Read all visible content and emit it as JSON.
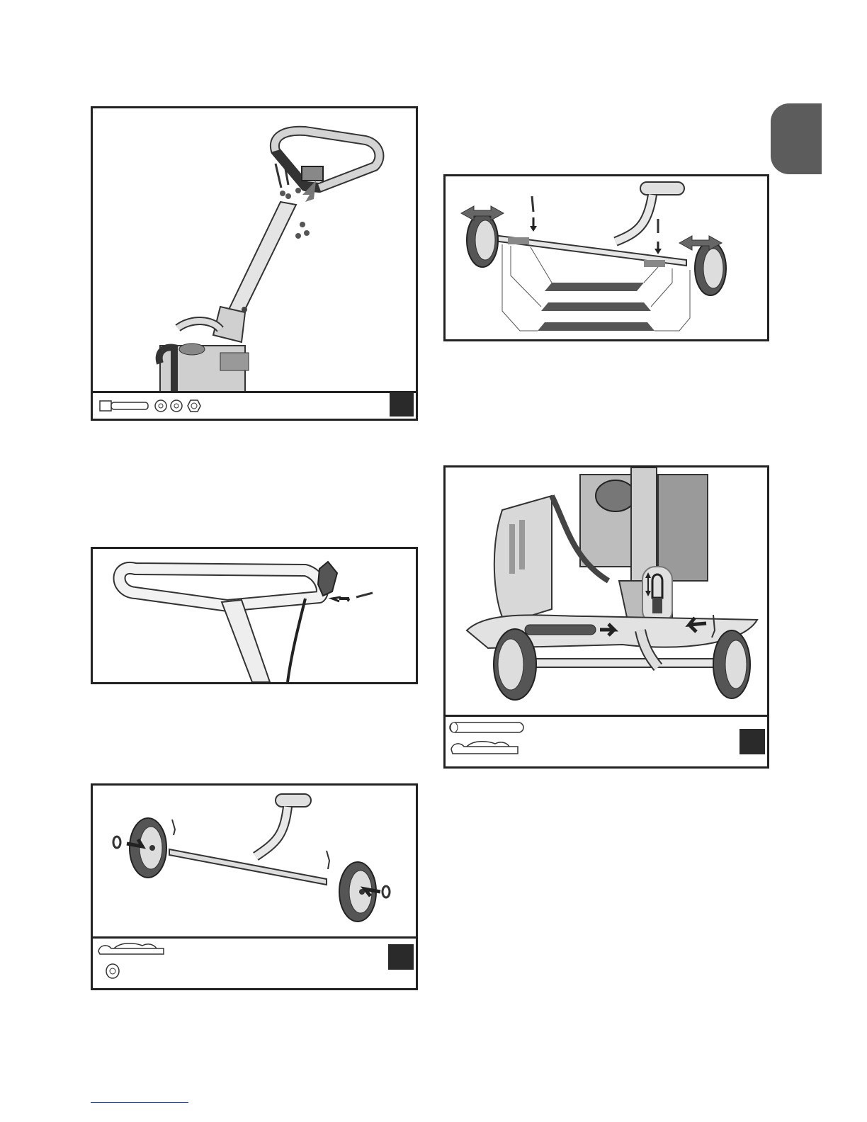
{
  "page": {
    "language_tab": {
      "color": "#5c5c5c"
    },
    "footer_rule": {
      "color": "#1a4fb5"
    }
  },
  "figures": [
    {
      "id": "handle-assembly",
      "parts": [
        "bolt",
        "washer",
        "lock-washer",
        "nut"
      ]
    },
    {
      "id": "handle-clip",
      "parts": []
    },
    {
      "id": "wheel-axle-assembly",
      "parts": [
        "hairpin-clip",
        "washer"
      ]
    },
    {
      "id": "axle-height-positions",
      "parts": []
    },
    {
      "id": "wheel-kit-mounting",
      "parts": [
        "pin",
        "hairpin-clip"
      ]
    }
  ],
  "colors": {
    "frame": "#222222",
    "part_fill": "#c8c8c8",
    "arrow": "#555555",
    "dark": "#2a2a2a"
  }
}
